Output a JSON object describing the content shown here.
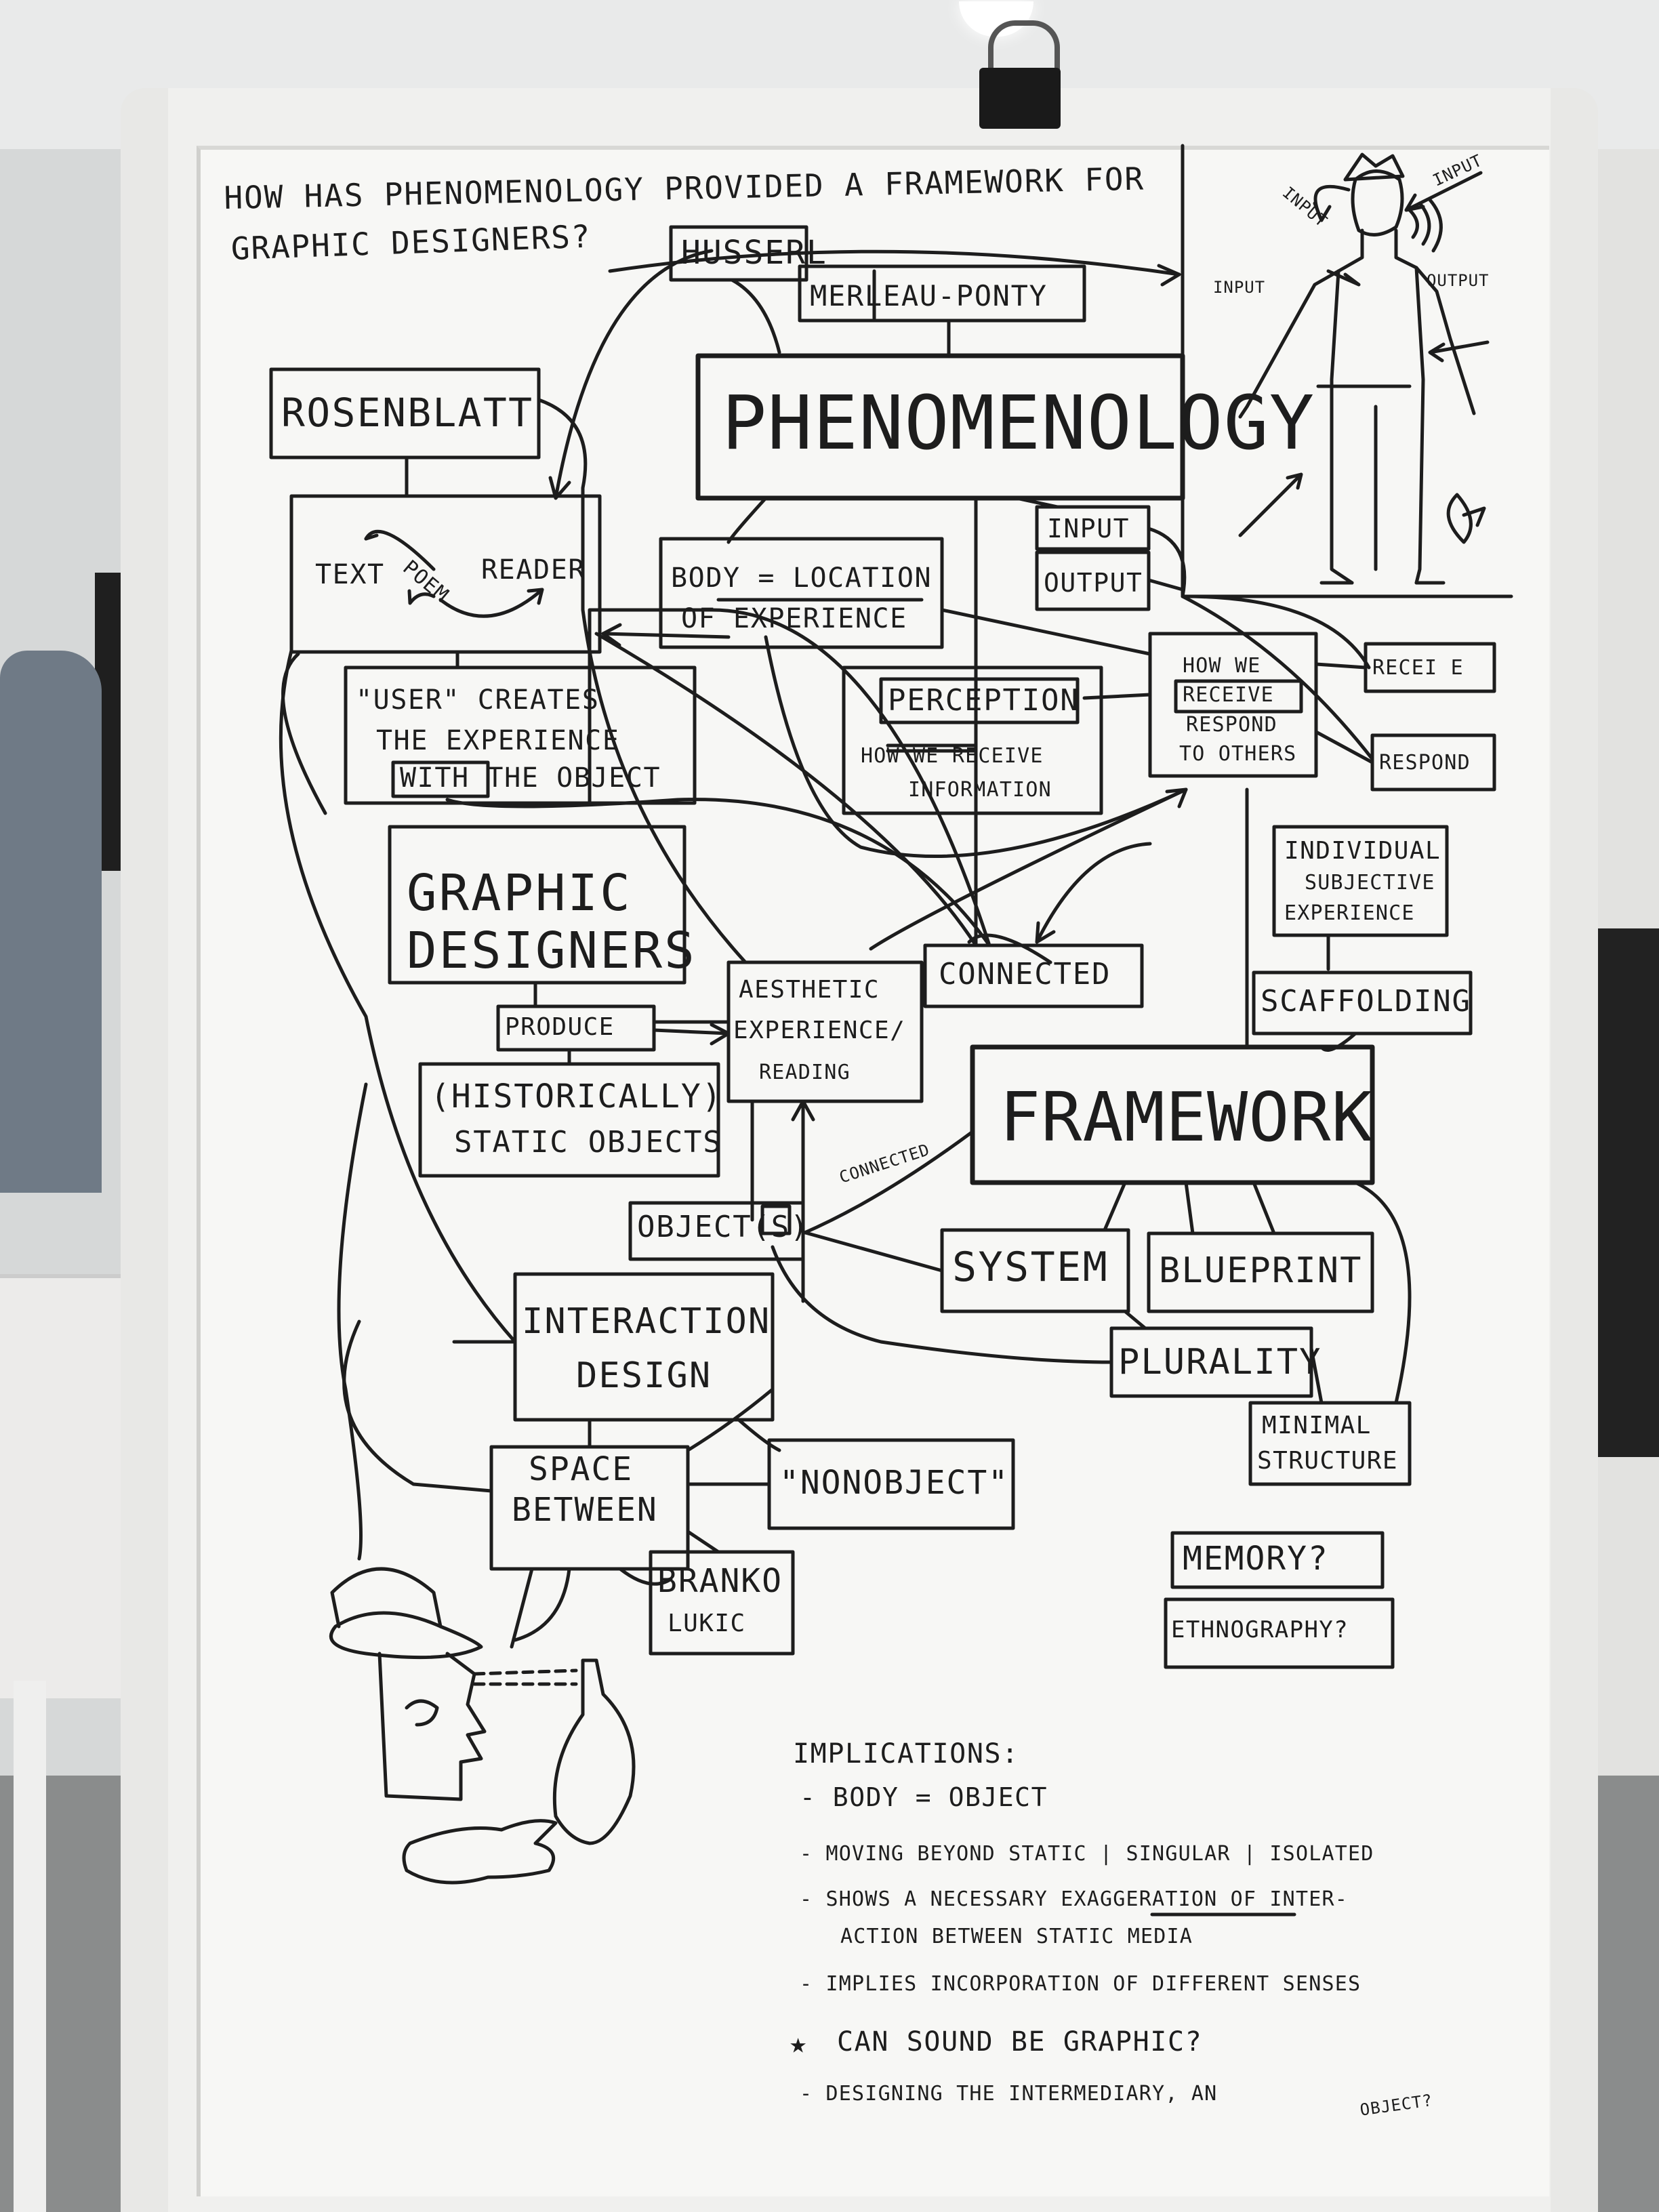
{
  "whiteboard": {
    "question": [
      "HOW HAS PHENOMENOLOGY PROVIDED A FRAMEWORK FOR",
      "GRAPHIC DESIGNERS?"
    ],
    "nodes": {
      "husserl": "HUSSERL",
      "merleau_ponty": "MERLEAU-PONTY",
      "rosenblatt": "ROSENBLATT",
      "phenomenology": "PHENOMENOLOGY",
      "text": "TEXT",
      "poem": "POEM",
      "reader": "READER",
      "input": "INPUT",
      "output": "OUTPUT",
      "body_location": [
        "BODY = LOCATION",
        "OF EXPERIENCE"
      ],
      "user_creates": [
        "\"USER\" CREATES",
        "THE EXPERIENCE",
        "WITH THE OBJECT"
      ],
      "perception": "PERCEPTION",
      "how_we_receive_info": [
        "HOW WE RECEIVE",
        "INFORMATION"
      ],
      "how_we_receive_respond": [
        "HOW WE",
        "RECEIVE",
        "RESPOND",
        "TO OTHERS"
      ],
      "receive": "RECEI E",
      "respond": "RESPOND",
      "graphic_designers": [
        "GRAPHIC",
        "DESIGNERS"
      ],
      "individual": [
        "INDIVIDUAL",
        "SUBJECTIVE",
        "EXPERIENCE"
      ],
      "connected": "CONNECTED",
      "scaffolding": "SCAFFOLDING",
      "produce": "PRODUCE",
      "aesthetic": [
        "AESTHETIC",
        "EXPERIENCE/",
        "READING"
      ],
      "historically": [
        "(HISTORICALLY)",
        "STATIC OBJECTS"
      ],
      "framework": "FRAMEWORK",
      "connected_small": "CONNECTED",
      "objects": "OBJECT(S)",
      "system": "SYSTEM",
      "blueprint": "BLUEPRINT",
      "interaction_design": [
        "INTERACTION",
        "DESIGN"
      ],
      "plurality": "PLURALITY",
      "minimal_structure": [
        "MINIMAL",
        "STRUCTURE"
      ],
      "space_between": [
        "SPACE",
        "BETWEEN"
      ],
      "nonobject": "\"NONOBJECT\"",
      "branko_lukic": [
        "BRANKO",
        "LUKIC"
      ],
      "memory": "MEMORY?",
      "ethnography": "ETHNOGRAPHY?"
    },
    "figure_labels": {
      "input_top": "INPUT",
      "input_right": "INPUT",
      "input_left": "INPUT",
      "output": "OUTPUT"
    },
    "implications": {
      "heading": "IMPLICATIONS:",
      "items": [
        "- BODY = OBJECT",
        "- MOVING BEYOND STATIC | SINGULAR | ISOLATED",
        "- SHOWS A NECESSARY EXAGGERATION OF INTER-",
        "ACTION BETWEEN STATIC MEDIA",
        "- IMPLIES INCORPORATION OF DIFFERENT SENSES",
        "CAN SOUND BE GRAPHIC?",
        "- DESIGNING THE INTERMEDIARY, AN",
        "OBJECT?"
      ]
    }
  },
  "colors": {
    "marker": "#1d1d1d",
    "board": "#f7f7f5"
  }
}
